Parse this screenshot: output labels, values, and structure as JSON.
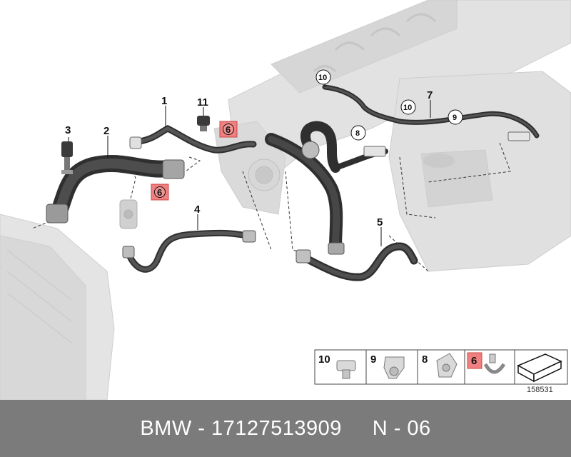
{
  "diagram_id": "158531",
  "footer": {
    "brand": "BMW",
    "separator": " - ",
    "part_number": "17127513909",
    "gap": "     ",
    "position": "N - 06"
  },
  "callouts": {
    "c1": "1",
    "c2": "2",
    "c3": "3",
    "c4": "4",
    "c5": "5",
    "c7": "7",
    "c11": "11",
    "c6a": "6",
    "c6b": "6",
    "c10a": "10",
    "c10b": "10",
    "c8": "8",
    "c9": "9"
  },
  "legend": {
    "l10": "10",
    "l9": "9",
    "l8": "8",
    "l6": "6"
  },
  "colors": {
    "highlight": "#f08080",
    "hose": "#3a3a3a",
    "part_ghost": "#d9d9d9",
    "footer_bg": "#7b7b7b"
  }
}
